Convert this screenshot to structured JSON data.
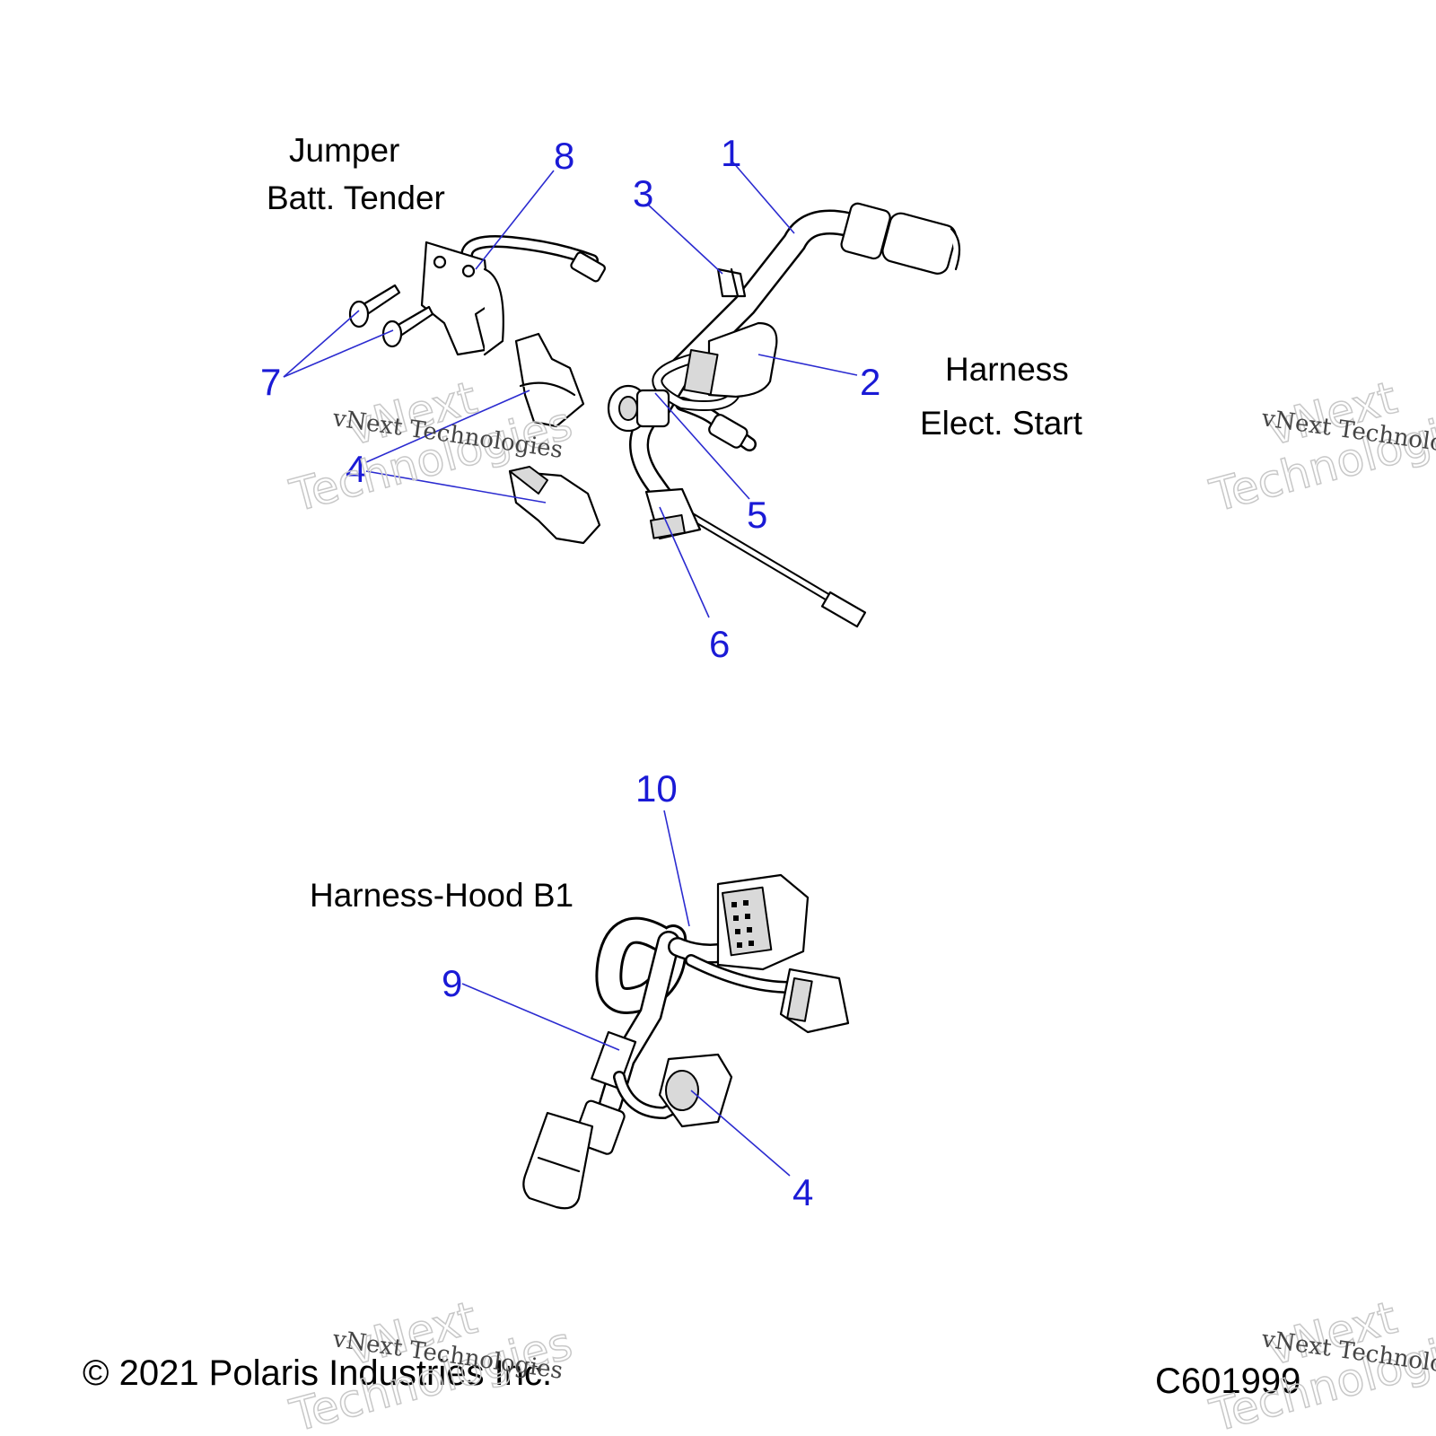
{
  "labels": {
    "jumper_line1": "Jumper",
    "jumper_line2": "Batt. Tender",
    "harness_line1": "Harness",
    "harness_line2": "Elect. Start",
    "hood": "Harness-Hood B1"
  },
  "callouts": [
    "1",
    "2",
    "3",
    "4",
    "5",
    "6",
    "7",
    "8",
    "9",
    "10",
    "4"
  ],
  "watermark": {
    "big1": "vNext",
    "big2": "Technologies",
    "small": "vNext Technologies"
  },
  "footer": {
    "copyright": "© 2021 Polaris Industries Inc.",
    "code": "C601999"
  },
  "colors": {
    "callout": "#1a1ad6",
    "leader": "#2b2bd0"
  }
}
